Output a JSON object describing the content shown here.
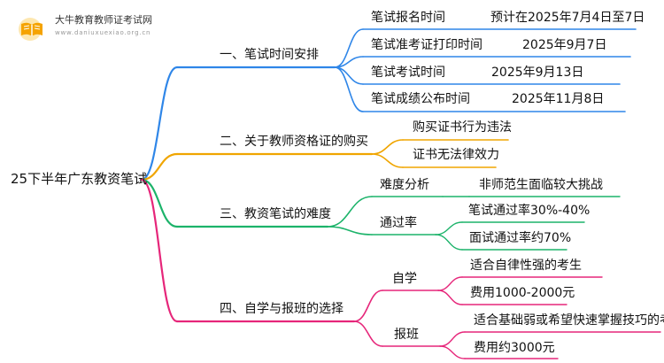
{
  "brand": {
    "name": "大牛教育教师证考试网",
    "url": "www.daniuxuexiao.org.cn"
  },
  "mindmap": {
    "root": "25下半年广东教资笔试",
    "branches": [
      {
        "label": "一、笔试时间安排",
        "color": "#2f86e8",
        "children": [
          {
            "label": "笔试报名时间",
            "value": "预计在2025年7月4日至7日"
          },
          {
            "label": "笔试准考证打印时间",
            "value": "2025年9月7日"
          },
          {
            "label": "笔试考试时间",
            "value": "2025年9月13日"
          },
          {
            "label": "笔试成绩公布时间",
            "value": "2025年11月8日"
          }
        ]
      },
      {
        "label": "二、关于教师资格证的购买",
        "color": "#f0a500",
        "children": [
          {
            "label": "购买证书行为违法"
          },
          {
            "label": "证书无法律效力"
          }
        ]
      },
      {
        "label": "三、教资笔试的难度",
        "color": "#1cb36a",
        "children": [
          {
            "label": "难度分析",
            "items": [
              "非师范生面临较大挑战"
            ]
          },
          {
            "label": "通过率",
            "items": [
              "笔试通过率30%-40%",
              "面试通过率约70%"
            ]
          }
        ]
      },
      {
        "label": "四、自学与报班的选择",
        "color": "#e6267a",
        "children": [
          {
            "label": "自学",
            "items": [
              "适合自律性强的考生",
              "费用1000-2000元"
            ]
          },
          {
            "label": "报班",
            "items": [
              "适合基础弱或希望快速掌握技巧的考生",
              "费用约3000元"
            ]
          }
        ]
      }
    ]
  }
}
